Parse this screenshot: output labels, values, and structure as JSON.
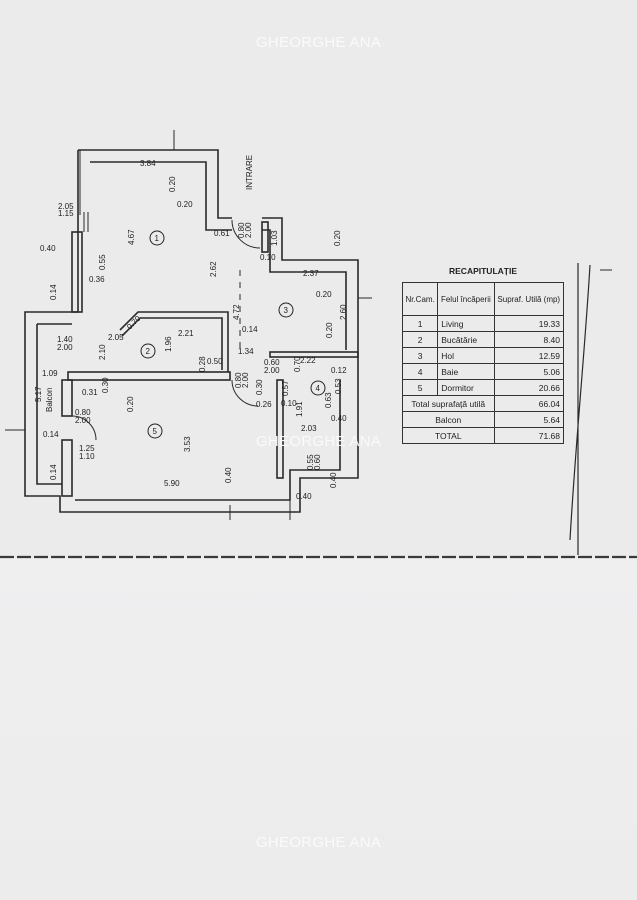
{
  "watermark": "GHEORGHE ANA",
  "plan": {
    "entrance_label": "INTRARE",
    "balcony_label": "Balcon",
    "rooms": [
      "1",
      "2",
      "3",
      "4",
      "5"
    ],
    "dims": [
      "3.84",
      "0.20",
      "0.20",
      "0.80",
      "2.00",
      "0.61",
      "1.03",
      "0.10",
      "4.67",
      "2.62",
      "2.05",
      "1.15",
      "0.40",
      "0.55",
      "0.36",
      "0.20",
      "2.37",
      "0.20",
      "2.60",
      "4.72",
      "0.14",
      "0.70",
      "2.21",
      "0.14",
      "1.96",
      "2.05",
      "2.10",
      "1.40",
      "2.00",
      "0.20",
      "1.34",
      "0.28",
      "0.50",
      "2.22",
      "0.60",
      "2.00",
      "0.70",
      "0.12",
      "0.53",
      "1.09",
      "0.31",
      "0.30",
      "0.80",
      "2.00",
      "0.30",
      "0.26",
      "0.57",
      "0.10",
      "1.91",
      "0.63",
      "0.40",
      "5.17",
      "0.20",
      "0.80",
      "2.00",
      "3.53",
      "2.03",
      "0.14",
      "1.25",
      "1.10",
      "0.14",
      "0.55",
      "0.60",
      "0.40",
      "0.40",
      "5.90",
      "0.40"
    ]
  },
  "recap": {
    "title": "RECAPITULAȚIE",
    "headers": [
      "Nr.Cam.",
      "Felul încăperii",
      "Supraf. Utilă (mp)"
    ],
    "rows": [
      {
        "nr": "1",
        "name": "Living",
        "area": "19.33"
      },
      {
        "nr": "2",
        "name": "Bucătărie",
        "area": "8.40"
      },
      {
        "nr": "3",
        "name": "Hol",
        "area": "12.59"
      },
      {
        "nr": "4",
        "name": "Baie",
        "area": "5.06"
      },
      {
        "nr": "5",
        "name": "Dormitor",
        "area": "20.66"
      }
    ],
    "total_useful_label": "Total suprafață utilă",
    "total_useful": "66.04",
    "balcony_label": "Balcon",
    "balcony": "5.64",
    "total_label": "TOTAL",
    "total": "71.68"
  }
}
